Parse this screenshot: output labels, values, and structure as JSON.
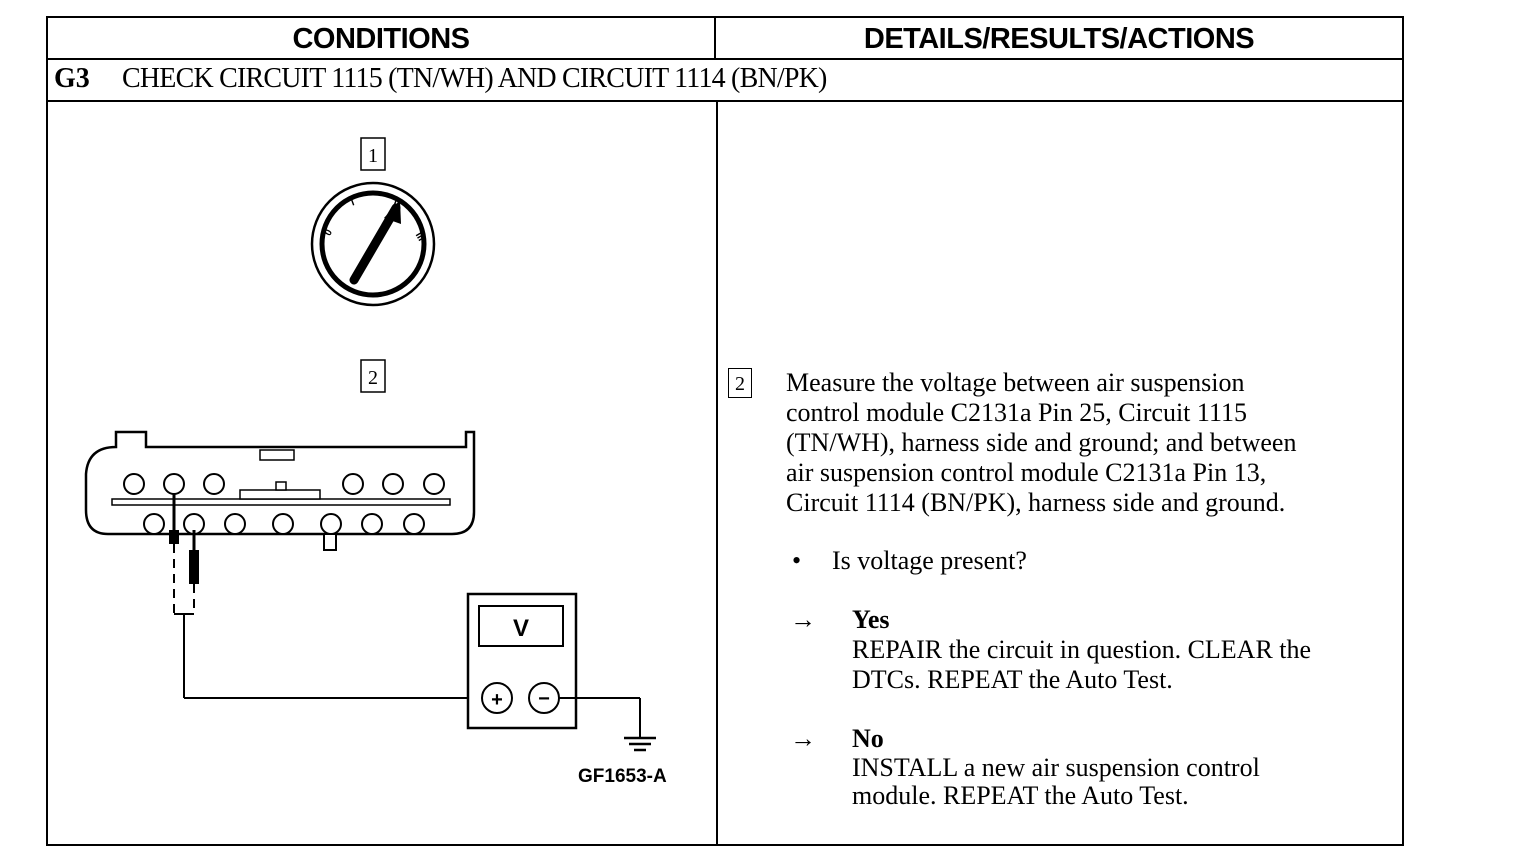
{
  "table": {
    "header_left": "CONDITIONS",
    "header_right": "DETAILS/RESULTS/ACTIONS"
  },
  "step": {
    "id": "G3",
    "title": "CHECK CIRCUIT 1115 (TN/WH) AND CIRCUIT 1114 (BN/PK)"
  },
  "conditions": {
    "callout_1": "1",
    "callout_2": "2",
    "ignition_positions": [
      "0",
      "I",
      "II",
      "III"
    ],
    "meter_label": "V",
    "meter_plus": "+",
    "meter_minus": "−",
    "figure_code": "GF1653-A"
  },
  "details": {
    "step_number": "2",
    "instruction_lines": [
      "Measure the voltage between air suspension",
      "control module C2131a Pin 25, Circuit 1115",
      "(TN/WH), harness side and ground; and between",
      "air suspension control module C2131a Pin 13,",
      "Circuit 1114 (BN/PK), harness side and ground."
    ],
    "bullet": "•",
    "question": "Is voltage present?",
    "arrow": "→",
    "yes_label": "Yes",
    "yes_lines": [
      "REPAIR the circuit in question. CLEAR the",
      "DTCs. REPEAT the Auto Test."
    ],
    "no_label": "No",
    "no_lines": [
      "INSTALL a new air suspension control",
      "module. REPEAT the Auto Test."
    ]
  }
}
